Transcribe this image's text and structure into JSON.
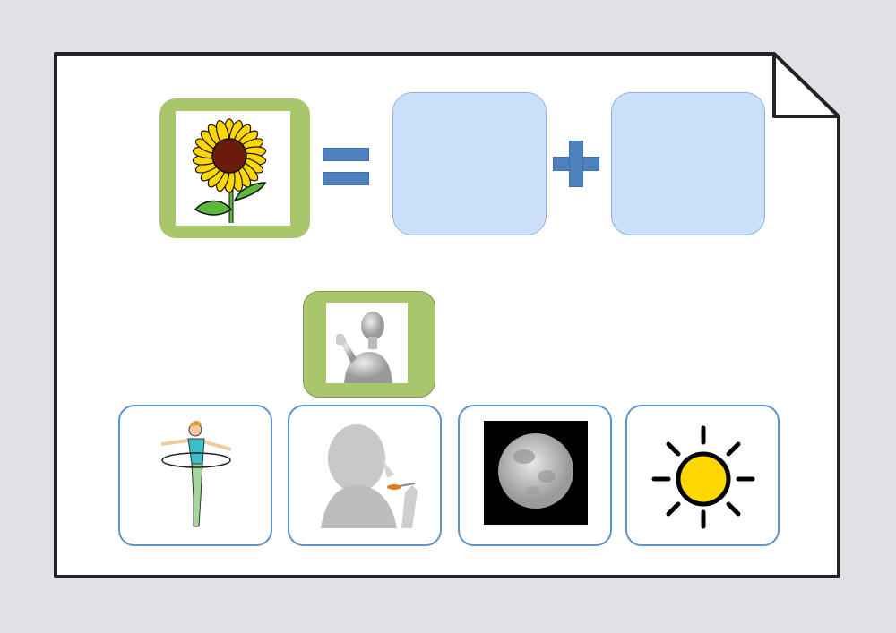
{
  "worksheet": {
    "target_word_picture": "sunflower",
    "operator_equals": "equals-icon",
    "operator_plus": "plus-icon",
    "answer_slots": 2,
    "hint_picture": "person-thumbs-up",
    "options": [
      {
        "picture": "dancer-spinning"
      },
      {
        "picture": "person-eating-spoon"
      },
      {
        "picture": "full-moon"
      },
      {
        "picture": "sun"
      }
    ]
  },
  "colors": {
    "background": "#e0e1e6",
    "card_green": "#a9c66c",
    "answer_box_fill": "#cde0fb",
    "operator_blue": "#4f81bd",
    "option_border": "#5f93cc",
    "sun_yellow": "#ffd700"
  }
}
